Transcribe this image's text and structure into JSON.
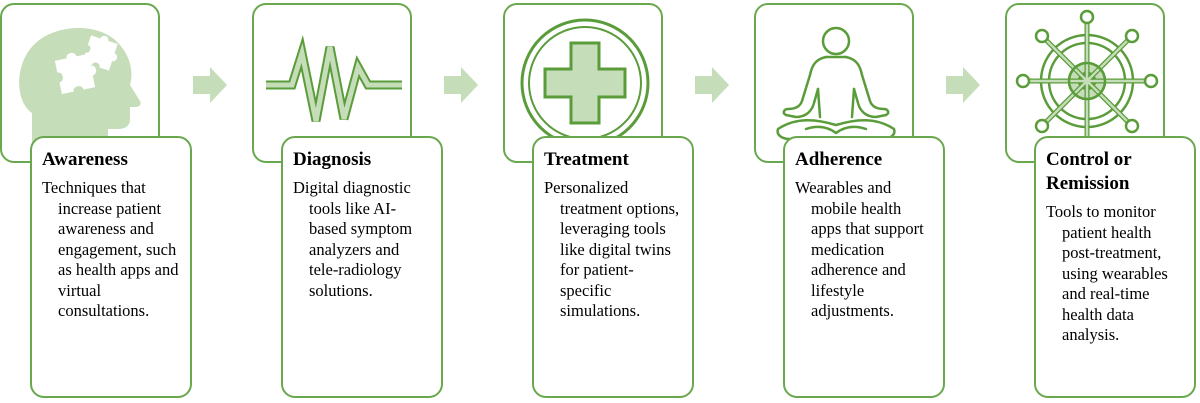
{
  "colors": {
    "border": "#6aa84f",
    "icon_fill": "#c5ddb8",
    "icon_stroke": "#5a9c3a",
    "arrow": "#c5ddb8"
  },
  "steps": [
    {
      "title": "Awareness",
      "body": "Techniques that increase patient awareness and engagement, such as health apps and virtual consultations.",
      "icon": "head-puzzle-icon"
    },
    {
      "title": "Diagnosis",
      "body": "Digital diagnostic tools like AI-based symptom analyzers and tele-radiology solutions.",
      "icon": "heartbeat-icon"
    },
    {
      "title": "Treatment",
      "body": "Personalized treatment options, leveraging tools like digital twins for patient-specific simulations.",
      "icon": "medical-cross-icon"
    },
    {
      "title": "Adherence",
      "body": "Wearables and mobile health apps that support medication adherence and lifestyle adjustments.",
      "icon": "meditation-icon"
    },
    {
      "title": "Control or Remission",
      "body": "Tools to monitor patient health post-treatment, using wearables and real-time health data analysis.",
      "icon": "ship-wheel-icon"
    }
  ]
}
